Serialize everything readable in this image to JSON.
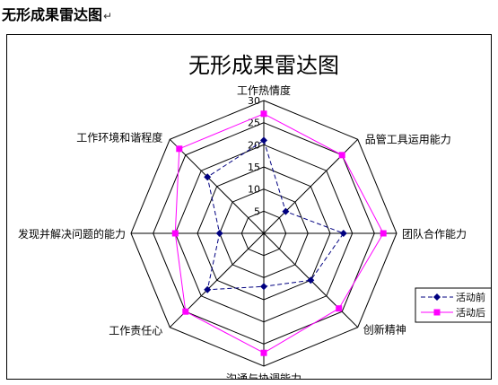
{
  "document": {
    "heading": "无形成果雷达图",
    "paragraph_mark": "↵"
  },
  "chart_data": {
    "type": "radar",
    "title": "无形成果雷达图",
    "categories": [
      "工作热情度",
      "品管工具运用能力",
      "团队合作能力",
      "创新精神",
      "沟通与协调能力",
      "工作责任心",
      "发现并解决问题的能力",
      "工作环境和谐程度"
    ],
    "rlim": [
      0,
      30
    ],
    "ticks": [
      5,
      10,
      15,
      20,
      25,
      30
    ],
    "legend_position": "right",
    "series": [
      {
        "name": "活动前",
        "values": [
          21,
          7,
          18,
          15,
          12,
          18,
          10,
          18
        ],
        "color": "#000080",
        "line_style": "dashed",
        "marker": "diamond"
      },
      {
        "name": "活动后",
        "values": [
          27,
          25,
          27,
          24,
          27,
          25,
          20,
          27
        ],
        "color": "#ff00ff",
        "line_style": "solid",
        "marker": "square"
      }
    ]
  }
}
